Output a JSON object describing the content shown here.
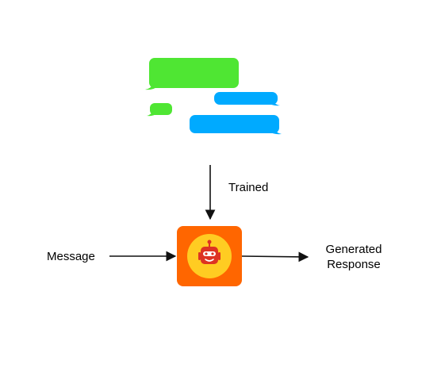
{
  "labels": {
    "trained": "Trained",
    "message": "Message",
    "response_line1": "Generated",
    "response_line2": "Response"
  },
  "colors": {
    "bubble_green": "#4FE633",
    "bubble_blue": "#00AAFF",
    "bot_box": "#FF6600",
    "bot_circle": "#FFCC22",
    "bot_head": "#DD3322",
    "arrow": "#111111"
  },
  "icons": {
    "chat_bubbles": "chat-bubbles-icon",
    "bot": "robot-icon"
  }
}
